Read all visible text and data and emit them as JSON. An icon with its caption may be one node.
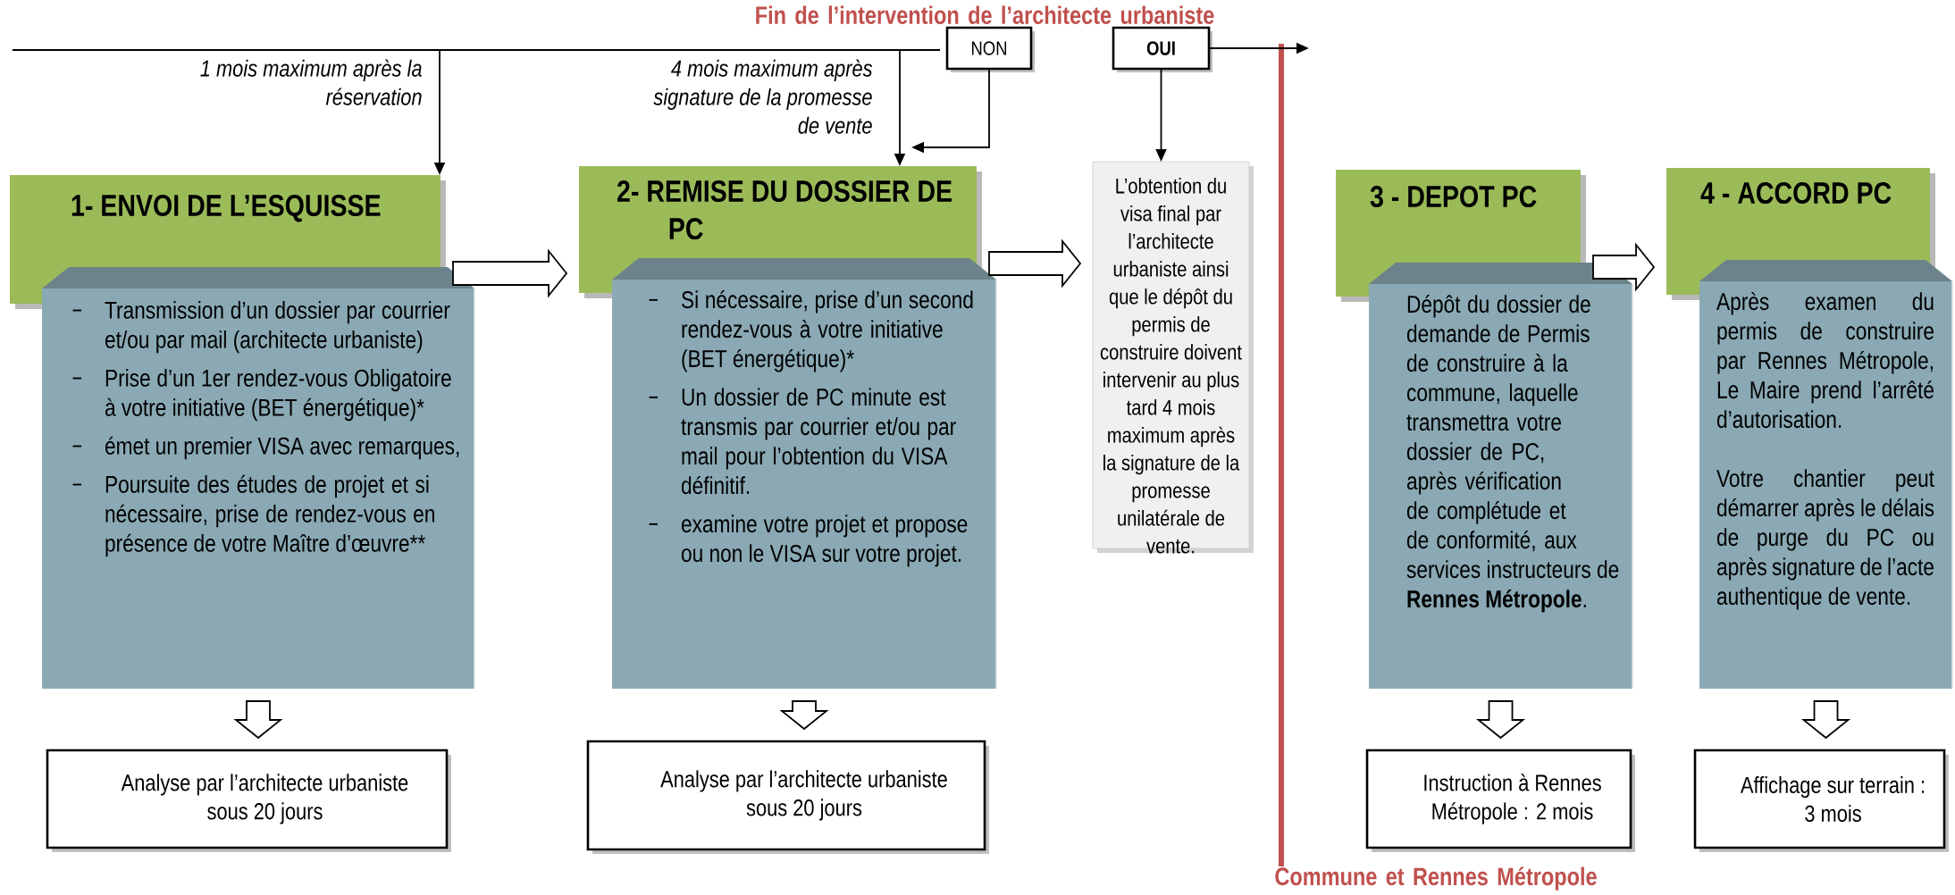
{
  "diagram": {
    "nodes": [
      {
        "text": [
          "1- ENVOI DE L’ESQUISSE"
        ]
      },
      {
        "text": [
          "Transmission d’un dossier par courrier et/ou par mail (architecte urbaniste)",
          "Prise d’un 1er rendez-vous Obligatoire à votre initiative (BET énergétique)*",
          "émet un premier VISA avec remarques,",
          "Poursuite des études de projet et si nécessaire, prise de rendez-vous en présence de votre Maître d’œuvre**"
        ]
      },
      {
        "text": [
          "Analyse par l’architecte urbaniste sous 20 jours"
        ]
      },
      {
        "text": [
          "2- REMISE DU DOSSIER DE PC"
        ]
      },
      {
        "text": [
          "Si nécessaire, prise d’un second rendez-vous à votre initiative (BET énergétique)*",
          "Un dossier de PC minute est transmis par courrier et/ou par mail pour l’obtention du VISA définitif.",
          "examine votre projet et propose ou non le VISA sur votre projet."
        ]
      },
      {
        "text": [
          "Analyse par l’architecte urbaniste sous 20 jours"
        ]
      },
      {
        "text": [
          "NON"
        ]
      },
      {
        "text": [
          "OUI"
        ]
      },
      {
        "text": [
          "L’obtention du visa final par l’architecte urbaniste ainsi que le dépôt du permis de construire doivent intervenir au plus tard 4 mois maximum après la signature de la promesse unilatérale de vente."
        ]
      },
      {
        "text": [
          "3 - DEPOT PC"
        ]
      },
      {
        "text": [
          "Dépôt du dossier de demande de Permis de construire à la commune, laquelle transmettra votre dossier de PC, après vérification de complétude et de conformité, aux services instructeurs de **Rennes Métropole**."
        ]
      },
      {
        "text": [
          "Instruction à Rennes Métropole : 2 mois"
        ]
      },
      {
        "text": [
          "4 - ACCORD PC"
        ]
      },
      {
        "text": [
          "Après examen du permis de construire par Rennes Métropole, Le Maire prend l’arrêté d’autorisation.",
          "Votre chantier peut démarrer après le délais de purge du PC ou après signature de l’acte authentique de vente."
        ]
      },
      {
        "text": [
          "Affichage sur terrain : 3 mois"
        ]
      }
    ],
    "edges": [
      {
        "from": 0,
        "to": 3,
        "arrow": "to",
        "style": "thick"
      },
      {
        "from": 3,
        "to": 8,
        "arrow": "to",
        "style": "thick"
      },
      {
        "from": 9,
        "to": 12,
        "arrow": "to",
        "style": "thick"
      },
      {
        "from": 1,
        "to": 2,
        "arrow": "to",
        "style": "thick"
      },
      {
        "from": 4,
        "to": 5,
        "arrow": "to",
        "style": "thick"
      },
      {
        "from": 10,
        "to": 11,
        "arrow": "to",
        "style": "thick"
      },
      {
        "from": 13,
        "to": 14,
        "arrow": "to",
        "style": "thick"
      },
      {
        "from": null,
        "to": 0,
        "arrow": "to"
      },
      {
        "from": null,
        "to": 3,
        "arrow": "to"
      },
      {
        "from": 6,
        "to": 3,
        "arrow": "to"
      },
      {
        "from": 7,
        "to": 8,
        "arrow": "to"
      },
      {
        "from": 7,
        "to": null,
        "arrow": "to"
      }
    ],
    "labels": [
      "Fin de l’intervention de l’architecte urbaniste",
      "1 mois maximum après la réservation",
      "4 mois maximum après signature de la promesse de vente",
      "Commune et Rennes Métropole"
    ]
  }
}
